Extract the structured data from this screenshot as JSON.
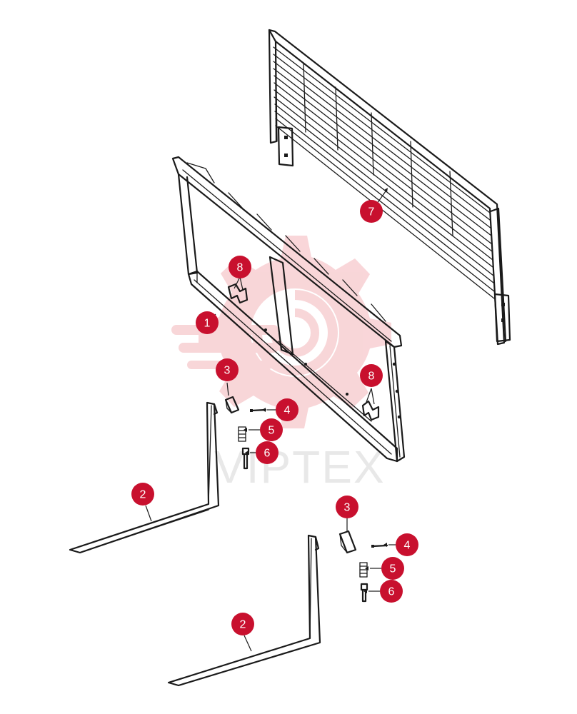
{
  "colors": {
    "callout": "#c8102e",
    "callout_text": "#ffffff",
    "line": "#1a1a1a",
    "watermark": "#f4b5b9",
    "watermark_text": "#d7d7d7"
  },
  "watermark": {
    "text": "VIPTEX"
  },
  "callouts": [
    {
      "id": "c7",
      "label": "7"
    },
    {
      "id": "c8a",
      "label": "8"
    },
    {
      "id": "c1",
      "label": "1"
    },
    {
      "id": "c3a",
      "label": "3"
    },
    {
      "id": "c8b",
      "label": "8"
    },
    {
      "id": "c4a",
      "label": "4"
    },
    {
      "id": "c5a",
      "label": "5"
    },
    {
      "id": "c6a",
      "label": "6"
    },
    {
      "id": "c2a",
      "label": "2"
    },
    {
      "id": "c3b",
      "label": "3"
    },
    {
      "id": "c4b",
      "label": "4"
    },
    {
      "id": "c5b",
      "label": "5"
    },
    {
      "id": "c6b",
      "label": "6"
    },
    {
      "id": "c2b",
      "label": "2"
    }
  ]
}
